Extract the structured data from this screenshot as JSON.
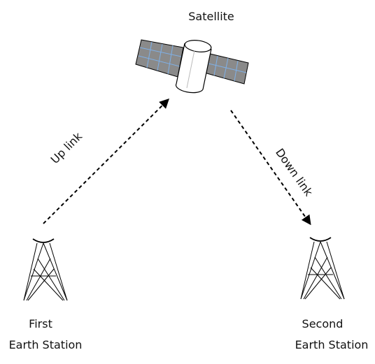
{
  "satellite": {
    "label": "Satellite"
  },
  "links": {
    "uplink": "Up link",
    "downlink": "Down link"
  },
  "stations": {
    "first": {
      "line1": "First",
      "line2": "Earth Station"
    },
    "second": {
      "line1": "Second",
      "line2": "Earth Station"
    }
  },
  "colors": {
    "stroke": "#000000",
    "panel_fill": "#8a8a8a",
    "panel_grid": "#7fb0e6",
    "body_fill": "#ffffff"
  }
}
